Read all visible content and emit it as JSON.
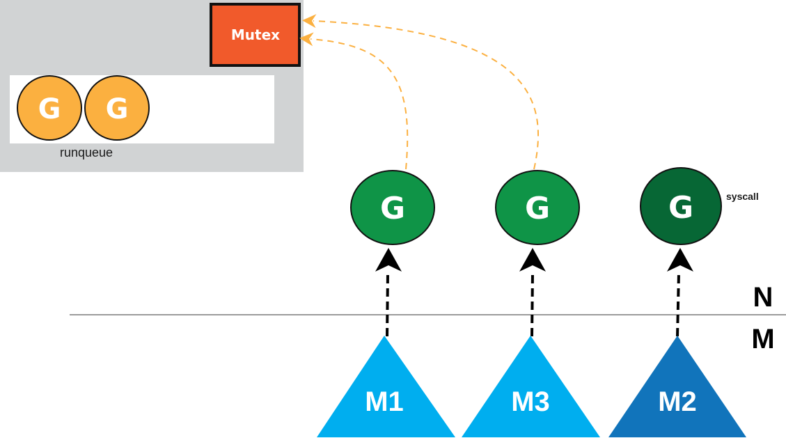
{
  "processor": {
    "mutex": {
      "label": "Mutex",
      "fill": "#f15a2b",
      "border": "#111111"
    },
    "runqueue": {
      "label": "runqueue",
      "goroutines": [
        {
          "label": "G"
        },
        {
          "label": "G"
        }
      ],
      "goroutine_fill": "#fbb040",
      "box_fill": "#ffffff",
      "panel_fill": "#d1d3d4"
    }
  },
  "running_goroutines": [
    {
      "label": "G",
      "fill": "#0f9447",
      "thread": "M1",
      "waits_on_mutex": true
    },
    {
      "label": "G",
      "fill": "#0f9447",
      "thread": "M3",
      "waits_on_mutex": true
    },
    {
      "label": "G",
      "fill": "#076735",
      "thread": "M2",
      "status": "syscall",
      "waits_on_mutex": false
    }
  ],
  "threads": [
    {
      "label": "M1",
      "fill": "#00aeef"
    },
    {
      "label": "M3",
      "fill": "#00aeef"
    },
    {
      "label": "M2",
      "fill": "#1174bb"
    }
  ],
  "divider": {
    "upper_label": "N",
    "lower_label": "M",
    "color": "#9b9b9b"
  },
  "colors": {
    "mutex_arrow": "#fbb040",
    "thread_arrow": "#000000"
  }
}
